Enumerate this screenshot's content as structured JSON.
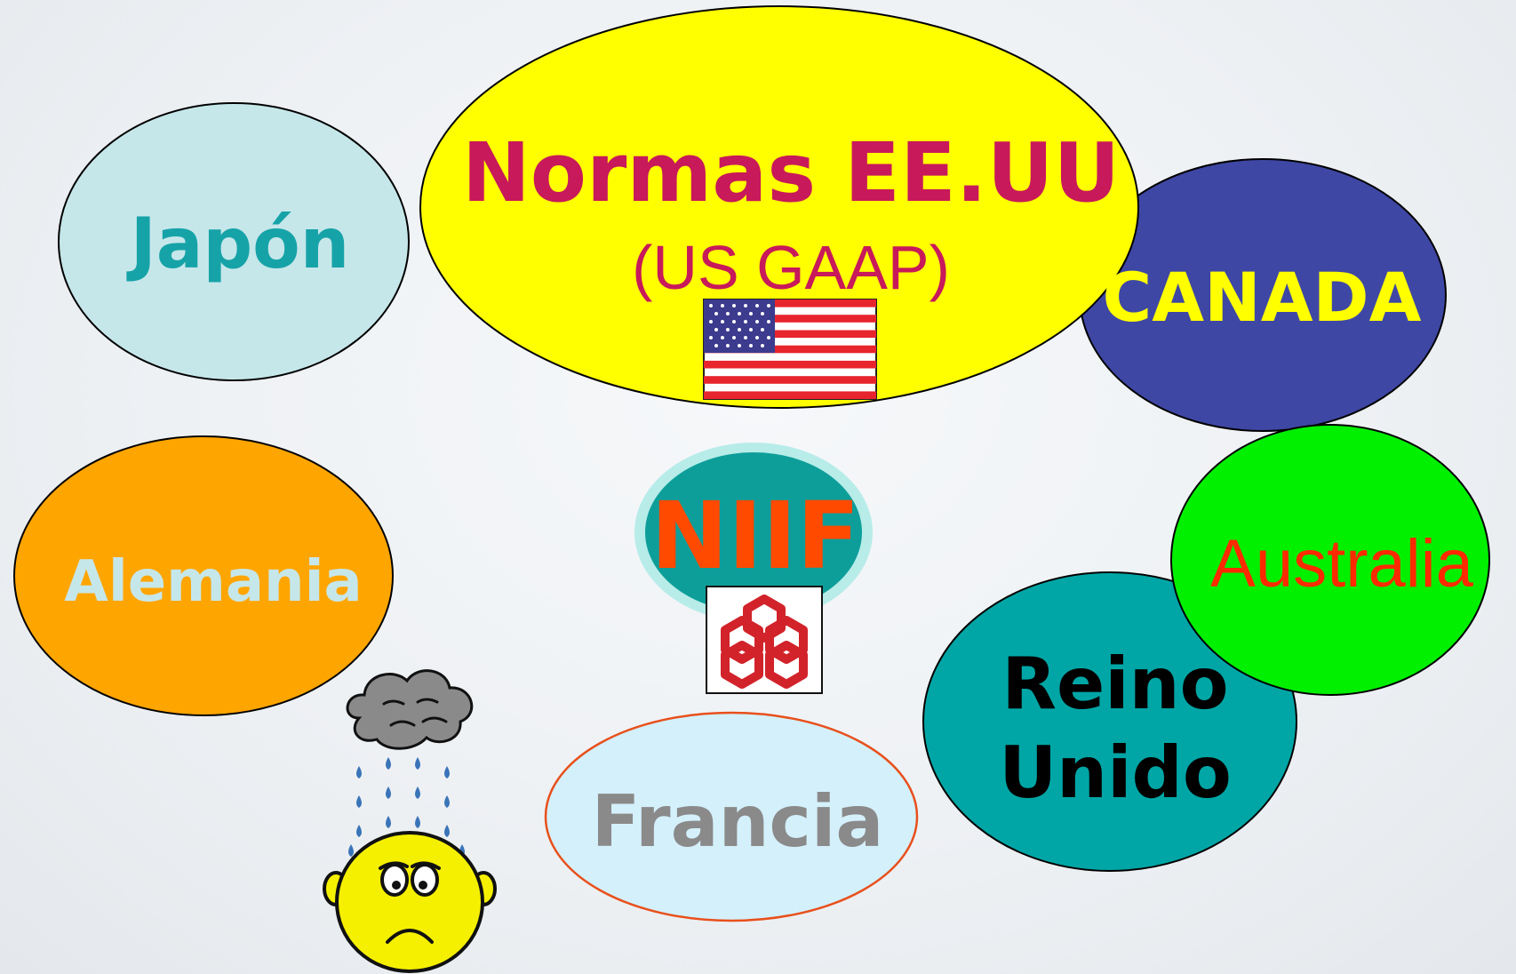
{
  "labels": {
    "japon": "Japón",
    "normas": "Normas EE.UU",
    "us_gaap": "(US GAAP)",
    "canada": "CANADA",
    "alemania": "Alemania",
    "niif": "NIIF",
    "australia": "Australia",
    "reino_line1": "Reino",
    "reino_line2": "Unido",
    "francia": "Francia"
  },
  "colors": {
    "japon_fill": "#c6e7ea",
    "japon_text": "#16a3a8",
    "normas_fill": "#ffff00",
    "normas_text": "#c8195a",
    "canada_fill": "#3f47a4",
    "canada_text": "#ffff00",
    "alemania_fill": "#ffa500",
    "alemania_text": "#c6e7ea",
    "niif_fill": "#0e9e9a",
    "niif_glow": "#b7ece9",
    "niif_text": "#ff4a00",
    "australia_fill": "#00f000",
    "australia_text": "#ff2a00",
    "reino_fill": "#00a6a6",
    "reino_text": "#000000",
    "francia_fill": "#d4f0fb",
    "francia_stroke": "#e8501c",
    "francia_text": "#8a8a8a"
  },
  "icons": {
    "us_flag": "us-flag-icon",
    "niif_logo": "iasb-logo-icon",
    "rain_smiley": "sad-rain-cloud-smiley-icon"
  }
}
